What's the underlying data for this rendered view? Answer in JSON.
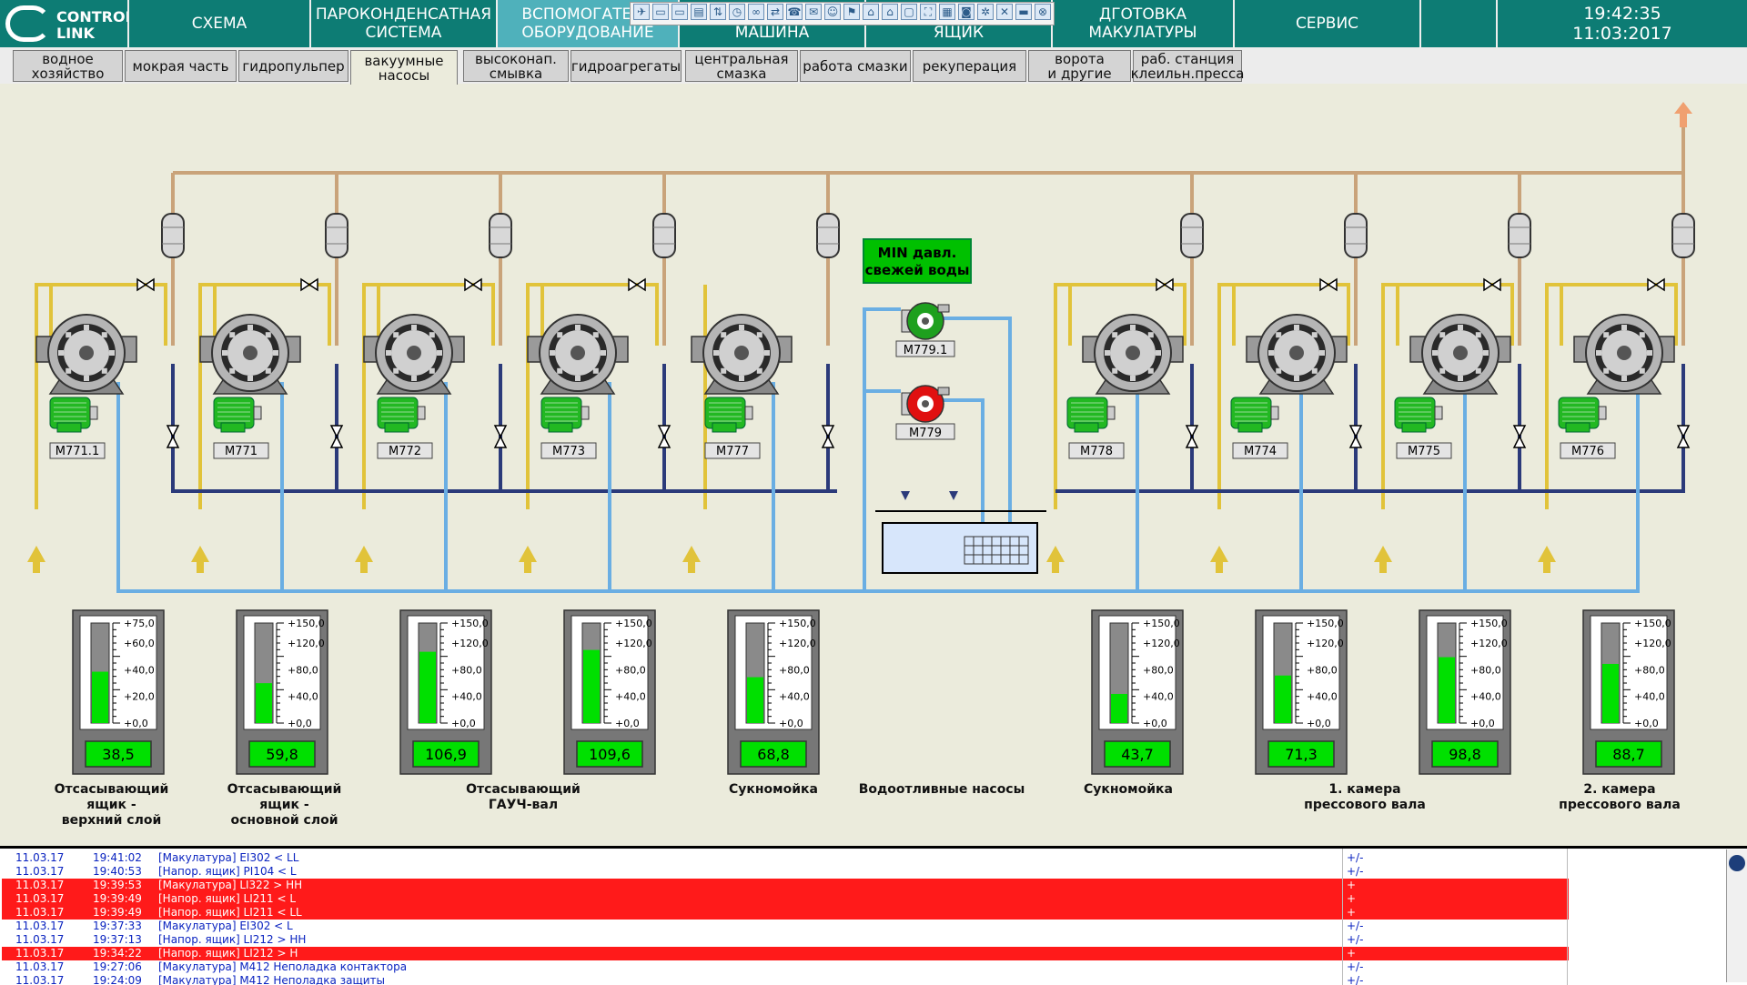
{
  "app": {
    "logo_line1": "CONTROL",
    "logo_line2": "LINK"
  },
  "nav": [
    {
      "label": "СХЕМА"
    },
    {
      "label": "ПАРОКОНДЕНСАТНАЯ\nСИСТЕМА"
    },
    {
      "label": "ВСПОМОГАТЕЛЬ\nОБОРУДОВАНИЕ",
      "active": true
    },
    {
      "label": "\nМАШИНА"
    },
    {
      "label": "\nЯЩИК"
    },
    {
      "label": "ДГОТОВКА\nМАКУЛАТУРЫ"
    },
    {
      "label": "СЕРВИС"
    }
  ],
  "clock": {
    "time": "19:42:35",
    "date": "11:03:2017"
  },
  "quickbar_icons": [
    "pin-icon",
    "monitor-icon",
    "monitor-icon",
    "console-icon",
    "tree-icon",
    "clock-icon",
    "link-icon",
    "flow-icon",
    "phone-icon",
    "chat-icon",
    "person-icon",
    "bookmark-icon",
    "lock-icon",
    "lock-icon",
    "window-icon",
    "fullscreen-icon",
    "document-icon",
    "screenshot-icon",
    "settings-icon",
    "tools-icon",
    "note-icon",
    "exit-icon"
  ],
  "subtabs": [
    {
      "label": "водное\nхозяйство"
    },
    {
      "label": "мокрая часть"
    },
    {
      "label": "гидропульпер"
    },
    {
      "label": "вакуумные\nнасосы",
      "active": true
    },
    {
      "label": "высоконап.\nсмывка"
    },
    {
      "label": "гидроагрегаты"
    },
    {
      "label": "центральная\nсмазка"
    },
    {
      "label": "работа смазки"
    },
    {
      "label": "рекуперация"
    },
    {
      "label": "ворота\nи другие"
    },
    {
      "label": "раб. станция\nклеильн.пресса"
    }
  ],
  "alarm": {
    "label": "MIN давл.\nсвежей воды",
    "color": "#00c000"
  },
  "pumps": [
    {
      "motor": "M771.1"
    },
    {
      "motor": "M771"
    },
    {
      "motor": "M772"
    },
    {
      "motor": "M773"
    },
    {
      "motor": "M777"
    },
    {
      "motor": "M778"
    },
    {
      "motor": "M774"
    },
    {
      "motor": "M775"
    },
    {
      "motor": "M776"
    }
  ],
  "drain_pumps": [
    {
      "motor": "M779.1",
      "state": "running",
      "color": "#1ea01e"
    },
    {
      "motor": "M779",
      "state": "fault",
      "color": "#e01010"
    }
  ],
  "gauges": [
    {
      "max": 75,
      "ticks": [
        "+75,0",
        "+60,0",
        "+40,0",
        "+20,0",
        "+0,0"
      ],
      "value": 38.5,
      "display": "38,5"
    },
    {
      "max": 150,
      "ticks": [
        "+150,0",
        "+120,0",
        "+80,0",
        "+40,0",
        "+0,0"
      ],
      "value": 59.8,
      "display": "59,8"
    },
    {
      "max": 150,
      "ticks": [
        "+150,0",
        "+120,0",
        "+80,0",
        "+40,0",
        "+0,0"
      ],
      "value": 106.9,
      "display": "106,9"
    },
    {
      "max": 150,
      "ticks": [
        "+150,0",
        "+120,0",
        "+80,0",
        "+40,0",
        "+0,0"
      ],
      "value": 109.6,
      "display": "109,6"
    },
    {
      "max": 150,
      "ticks": [
        "+150,0",
        "+120,0",
        "+80,0",
        "+40,0",
        "+0,0"
      ],
      "value": 68.8,
      "display": "68,8"
    },
    {
      "max": 150,
      "ticks": [
        "+150,0",
        "+120,0",
        "+80,0",
        "+40,0",
        "+0,0"
      ],
      "value": 43.7,
      "display": "43,7"
    },
    {
      "max": 150,
      "ticks": [
        "+150,0",
        "+120,0",
        "+80,0",
        "+40,0",
        "+0,0"
      ],
      "value": 71.3,
      "display": "71,3"
    },
    {
      "max": 150,
      "ticks": [
        "+150,0",
        "+120,0",
        "+80,0",
        "+40,0",
        "+0,0"
      ],
      "value": 98.8,
      "display": "98,8"
    },
    {
      "max": 150,
      "ticks": [
        "+150,0",
        "+120,0",
        "+80,0",
        "+40,0",
        "+0,0"
      ],
      "value": 88.7,
      "display": "88,7"
    }
  ],
  "captions": [
    {
      "text": "Отсасывающий\nящик -\nверхний слой"
    },
    {
      "text": "Отсасывающий\nящик -\nосновной слой"
    },
    {
      "text": "Отсасывающий\nГАУЧ-вал"
    },
    {
      "text": "Сукномойка"
    },
    {
      "text": "Водоотливные насосы"
    },
    {
      "text": "Сукномойка"
    },
    {
      "text": "1. камера\nпрессового вала"
    },
    {
      "text": "2. камера\nпрессового вала"
    }
  ],
  "events": [
    {
      "date": "11.03.17",
      "time": "19:41:02",
      "text": "[Макулатура] EI302 < LL",
      "ack": "+/-",
      "red": false
    },
    {
      "date": "11.03.17",
      "time": "19:40:53",
      "text": "[Напор. ящик] PI104 < L",
      "ack": "+/-",
      "red": false
    },
    {
      "date": "11.03.17",
      "time": "19:39:53",
      "text": "[Макулатура] LI322 > HH",
      "ack": "+",
      "red": true
    },
    {
      "date": "11.03.17",
      "time": "19:39:49",
      "text": "[Напор. ящик] LI211 < L",
      "ack": "+",
      "red": true
    },
    {
      "date": "11.03.17",
      "time": "19:39:49",
      "text": "[Напор. ящик] LI211 < LL",
      "ack": "+",
      "red": true
    },
    {
      "date": "11.03.17",
      "time": "19:37:33",
      "text": "[Макулатура] EI302 < L",
      "ack": "+/-",
      "red": false
    },
    {
      "date": "11.03.17",
      "time": "19:37:13",
      "text": "[Напор. ящик] LI212 > HH",
      "ack": "+/-",
      "red": false
    },
    {
      "date": "11.03.17",
      "time": "19:34:22",
      "text": "[Напор. ящик] LI212 > H",
      "ack": "+",
      "red": true
    },
    {
      "date": "11.03.17",
      "time": "19:27:06",
      "text": "[Макулатура] M412 Неполадка контактора",
      "ack": "+/-",
      "red": false
    },
    {
      "date": "11.03.17",
      "time": "19:24:09",
      "text": "[Макулатура] M412 Неполадка защиты",
      "ack": "+/-",
      "red": false
    }
  ],
  "colors": {
    "header": "#0d7c74",
    "header_active": "#4fb1bb",
    "pipe_steam": "#c9a37a",
    "pipe_yellow": "#e1c33a",
    "pipe_blue": "#6aaee3",
    "pipe_navy": "#2b3a7a",
    "gauge_fill": "#00e000"
  }
}
